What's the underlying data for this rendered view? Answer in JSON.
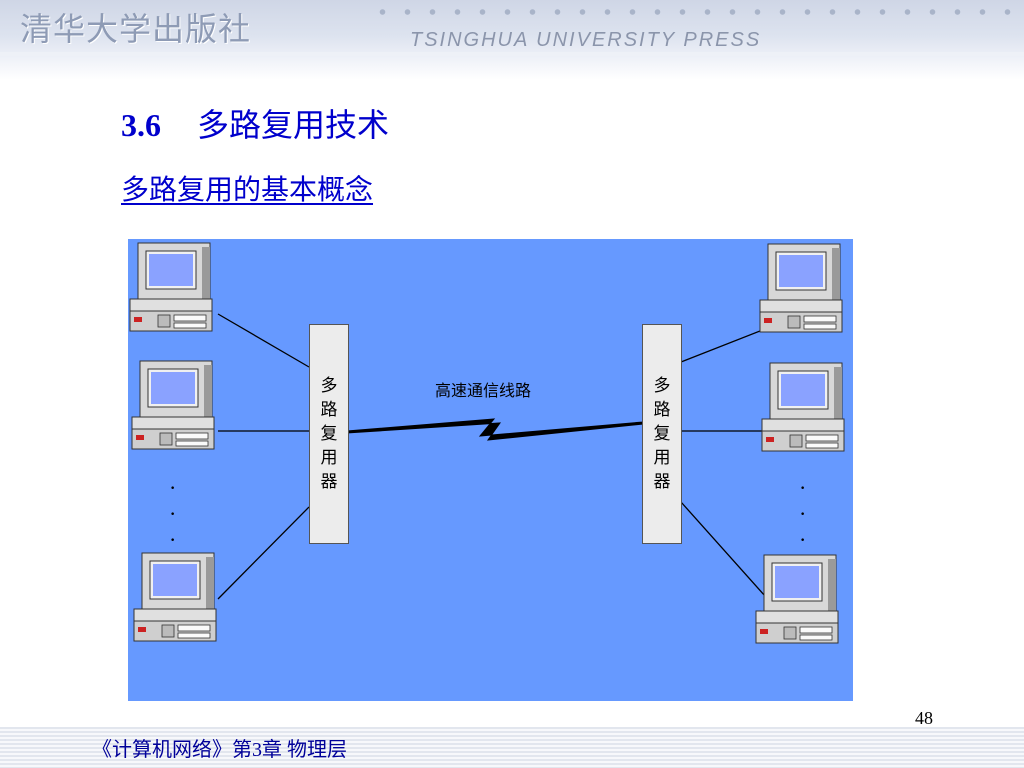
{
  "header": {
    "publisher_cn": "清华大学出版社",
    "publisher_en": "TSINGHUA UNIVERSITY PRESS"
  },
  "slide": {
    "section_number": "3.6",
    "title": "多路复用技术",
    "subtitle": "多路复用的基本概念",
    "page_number": "48"
  },
  "diagram": {
    "left_mux_label": [
      "多",
      "路",
      "复",
      "用",
      "器"
    ],
    "right_mux_label": [
      "多",
      "路",
      "复",
      "用",
      "器"
    ],
    "link_label": "高速通信线路",
    "ellipsis": "·",
    "background_color": "#6699ff",
    "icons": {
      "computer": "desktop-computer-icon"
    }
  },
  "footer": {
    "text": "《计算机网络》第3章  物理层"
  },
  "colors": {
    "title": "#0000cc",
    "footer_text": "#000099"
  }
}
